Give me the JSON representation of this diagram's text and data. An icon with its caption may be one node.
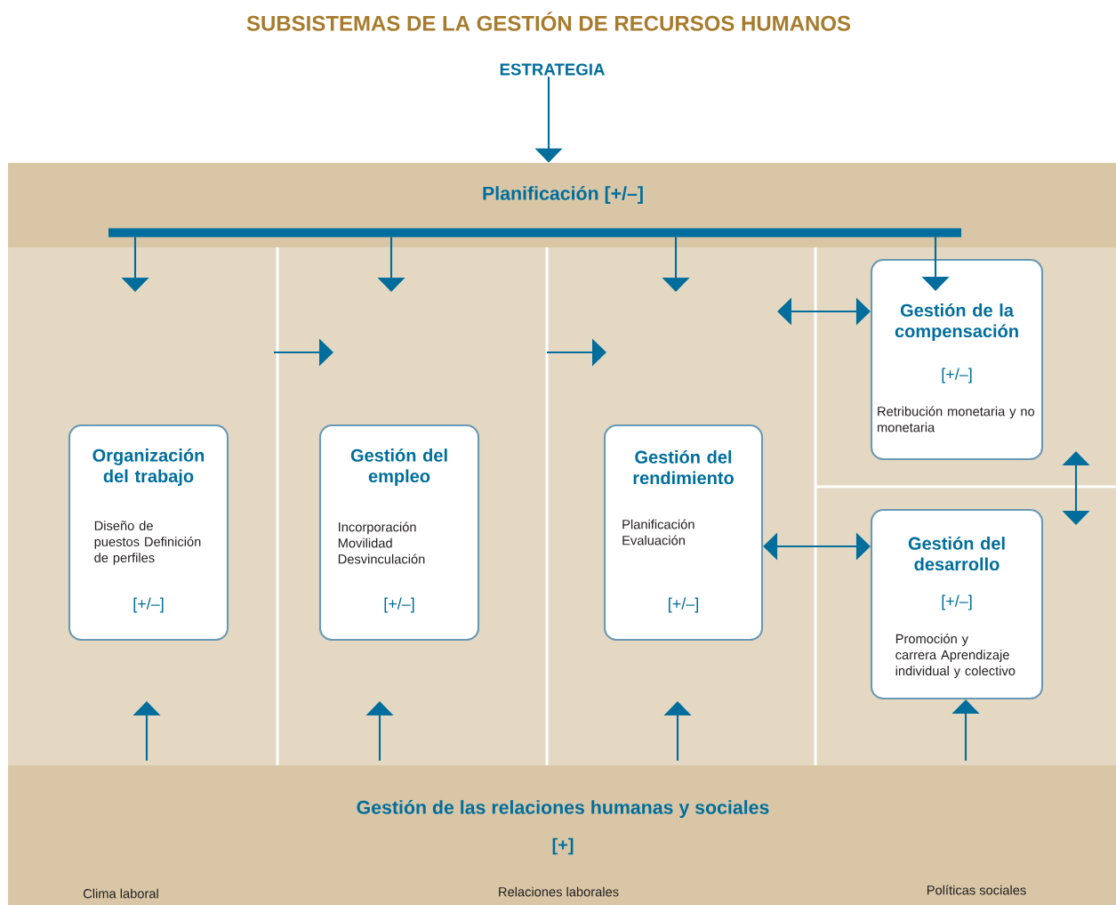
{
  "diagram": {
    "title": "SUBSISTEMAS DE LA GESTIÓN DE RECURSOS HUMANOS",
    "nodes": [
      {
        "text": [
          "ESTRATEGIA"
        ]
      },
      {
        "text": [
          "Planificación [+/–]"
        ]
      },
      {
        "text": [
          "Organización del trabajo",
          "Diseño de puestos Definición de perfiles",
          "[+/–]"
        ]
      },
      {
        "text": [
          "Gestión del empleo",
          "Incorporación Movilidad Desvinculación",
          "[+/–]"
        ]
      },
      {
        "text": [
          "Gestión del rendimiento",
          "Planificación Evaluación",
          "[+/–]"
        ]
      },
      {
        "text": [
          "Gestión de la compensación",
          "[+/–]",
          "Retribución monetaria y no monetaria"
        ]
      },
      {
        "text": [
          "Gestión del desarrollo",
          "[+/–]",
          "Promoción y carrera Aprendizaje individual y colectivo"
        ]
      },
      {
        "text": [
          "Gestión de las relaciones humanas y sociales",
          "[+]",
          "Clima laboral",
          "Relaciones laborales",
          "Políticas sociales"
        ]
      }
    ],
    "edges": [
      {
        "from": 0,
        "to": 1,
        "arrow": "to"
      },
      {
        "from": 1,
        "to": null,
        "arrow": "to"
      },
      {
        "from": 1,
        "to": null,
        "arrow": "to"
      },
      {
        "from": 1,
        "to": null,
        "arrow": "to"
      },
      {
        "from": 1,
        "to": 5,
        "arrow": "to"
      },
      {
        "from": null,
        "to": 5,
        "arrow": "both"
      },
      {
        "from": 4,
        "to": 6,
        "arrow": "both"
      },
      {
        "from": 7,
        "to": null,
        "arrow": "to"
      },
      {
        "from": 7,
        "to": null,
        "arrow": "to"
      },
      {
        "from": 7,
        "to": null,
        "arrow": "to"
      },
      {
        "from": 7,
        "to": 6,
        "arrow": "to"
      }
    ]
  }
}
